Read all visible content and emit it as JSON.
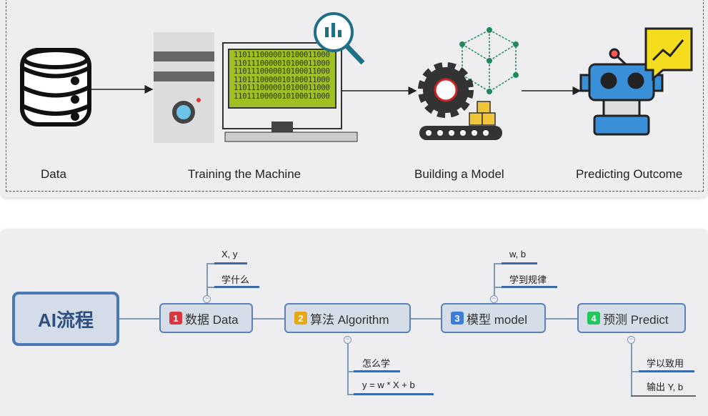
{
  "pipeline": {
    "stages": [
      {
        "label": "Data",
        "icon": "database-icon"
      },
      {
        "label": "Training the Machine",
        "icon": "computer-icon"
      },
      {
        "label": "Building a Model",
        "icon": "gear-model-icon"
      },
      {
        "label": "Predicting Outcome",
        "icon": "robot-icon"
      }
    ],
    "binary_lines": [
      "1101110000010100011000",
      "1101110000010100011000",
      "1101110000010100011000",
      "1101110000010100011000",
      "1101110000010100011000",
      "1101110000010100011000"
    ]
  },
  "mindmap": {
    "root": "AI流程",
    "nodes": [
      {
        "num": "1",
        "label": "数据 Data",
        "color": "#d9363e",
        "children": [
          "X, y",
          "学什么"
        ]
      },
      {
        "num": "2",
        "label": "算法 Algorithm",
        "color": "#e6a817",
        "children": [
          "怎么学",
          "y = w * X + b"
        ]
      },
      {
        "num": "3",
        "label": "模型 model",
        "color": "#3b7dd8",
        "children": [
          "w, b",
          "学到规律"
        ]
      },
      {
        "num": "4",
        "label": "预测 Predict",
        "color": "#22c55e",
        "children": [
          "学以致用",
          "输出 Y, b"
        ]
      }
    ],
    "collapse_symbol": "−"
  }
}
